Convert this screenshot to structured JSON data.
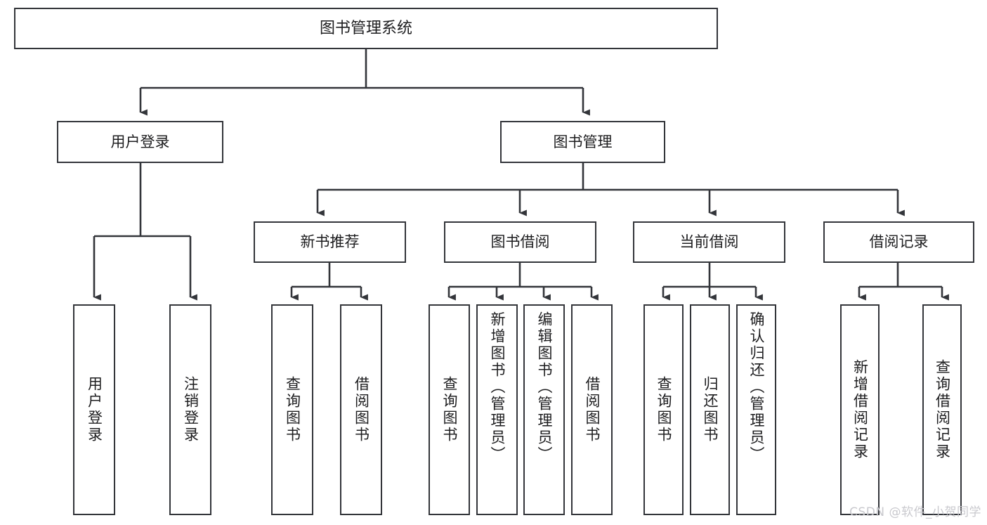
{
  "diagram": {
    "title": "图书管理系统",
    "type": "hierarchy-tree",
    "colors": {
      "box_border": "#33353a",
      "box_fill": "#ffffff",
      "edge": "#33353a",
      "text": "#1d1d1f",
      "watermark": "#c9c9ce",
      "background": "#ffffff"
    },
    "root": {
      "label": "图书管理系统"
    },
    "level1": [
      {
        "label": "用户登录"
      },
      {
        "label": "图书管理"
      }
    ],
    "level2": [
      {
        "label": "新书推荐"
      },
      {
        "label": "图书借阅"
      },
      {
        "label": "当前借阅"
      },
      {
        "label": "借阅记录"
      }
    ],
    "leaves": {
      "user_login": [
        {
          "label": "用户登录"
        },
        {
          "label": "注销登录"
        }
      ],
      "new_book_recommend": [
        {
          "label": "查询图书"
        },
        {
          "label": "借阅图书"
        }
      ],
      "book_borrow": [
        {
          "label": "查询图书"
        },
        {
          "label": "新增图书（管理员）"
        },
        {
          "label": "编辑图书（管理员）"
        },
        {
          "label": "借阅图书"
        }
      ],
      "current_borrow": [
        {
          "label": "查询图书"
        },
        {
          "label": "归还图书"
        },
        {
          "label": "确认归还（管理员）"
        }
      ],
      "borrow_record": [
        {
          "label": "新增借阅记录"
        },
        {
          "label": "查询借阅记录"
        }
      ]
    }
  },
  "watermark": {
    "text": "CSDN @软件_小贺同学"
  }
}
